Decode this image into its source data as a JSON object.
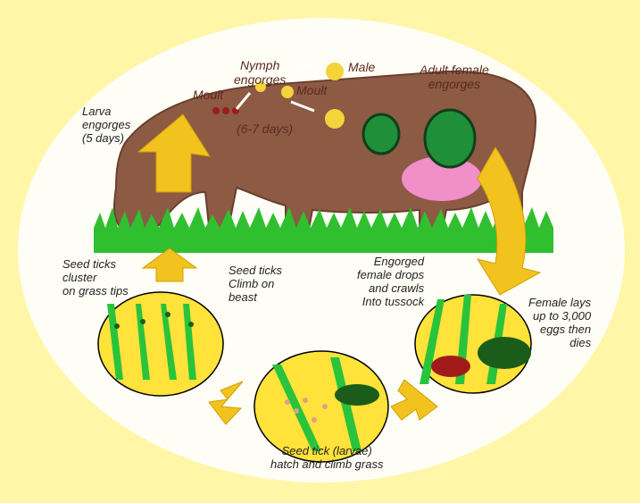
{
  "labels": {
    "nymph_engorges": "Nymph\nengorges",
    "male": "Male",
    "adult_female": "Adult female\nengorges",
    "moult_left": "Moult",
    "moult_right": "Moult",
    "days": "(6-7 days)",
    "larva": "Larva\nengorges\n(5 days)",
    "seed_cluster": "Seed ticks\ncluster\non grass tips",
    "seed_climb": "Seed ticks\nClimb on\nbeast",
    "engorged_drops": "Engorged\nfemale drops\nand crawls\nInto tussock",
    "female_lays": "Female lays\nup to 3,000\neggs then\ndies",
    "hatch": "Seed tick (larvae)\nhatch and climb grass"
  },
  "colors": {
    "background": "#fff6a8",
    "oval": "#fffef6",
    "cow": "#8d5a44",
    "grass": "#2fbf2f",
    "arrow": "#f2c21f",
    "udder": "#f08fc8",
    "tick_female": "#1f8f3a"
  },
  "icons": [
    "cow-illustration",
    "tick-icon",
    "cycle-arrow-icon",
    "grass-icon"
  ]
}
